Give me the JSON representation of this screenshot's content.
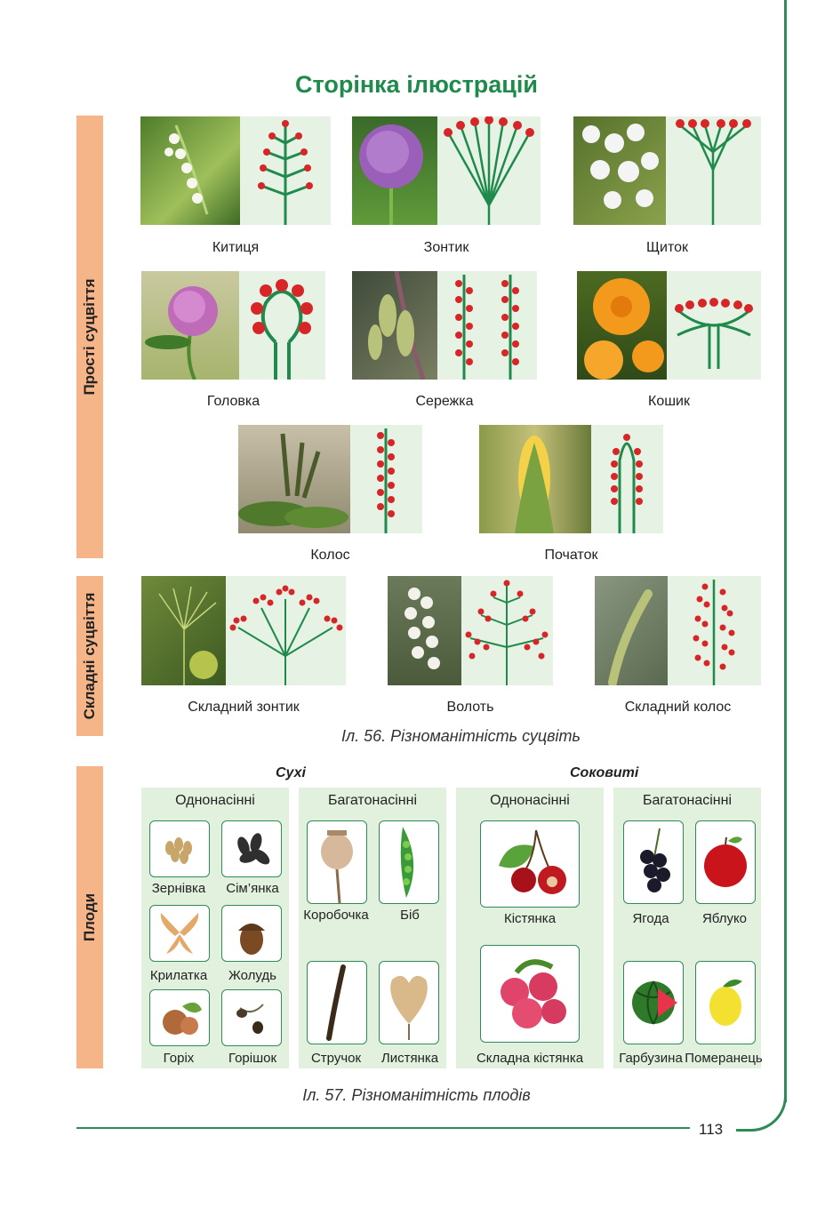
{
  "page_title": "Сторінка ілюстрацій",
  "sections": {
    "simple": "Прості суцвіття",
    "complex": "Складні суцвіття",
    "fruits": "Плоди"
  },
  "inflorescences": {
    "kytytsia": "Китиця",
    "zontyk": "Зонтик",
    "shchytok": "Щиток",
    "holovka": "Головка",
    "serezhka": "Сережка",
    "koshyk": "Кошик",
    "kolos": "Колос",
    "pochatok": "Початок",
    "skladnyi_zontyk": "Складний зонтик",
    "volot": "Волоть",
    "skladnyi_kolos": "Складний колос"
  },
  "figure_56": "Іл. 56. Різноманітність суцвіть",
  "fruits": {
    "dry": "Сухі",
    "juicy": "Соковиті",
    "one_seed": "Однонасінні",
    "many_seed": "Багатонасінні",
    "zernivka": "Зернівка",
    "simianka": "Сім’янка",
    "krylatka": "Крилатка",
    "zholud": "Жолудь",
    "horikh": "Горіх",
    "horishok": "Горішок",
    "korobochka": "Коробочка",
    "bib": "Біб",
    "struchok": "Стручок",
    "lystianka": "Листянка",
    "kistianka": "Кістянка",
    "skladna_kistianka": "Складна кістянка",
    "yahoda": "Ягода",
    "yabluko": "Яблуко",
    "harbuzyna": "Гарбузина",
    "pomeranets": "Померанець"
  },
  "figure_57": "Іл. 57. Різноманітність плодів",
  "page_number": "113"
}
